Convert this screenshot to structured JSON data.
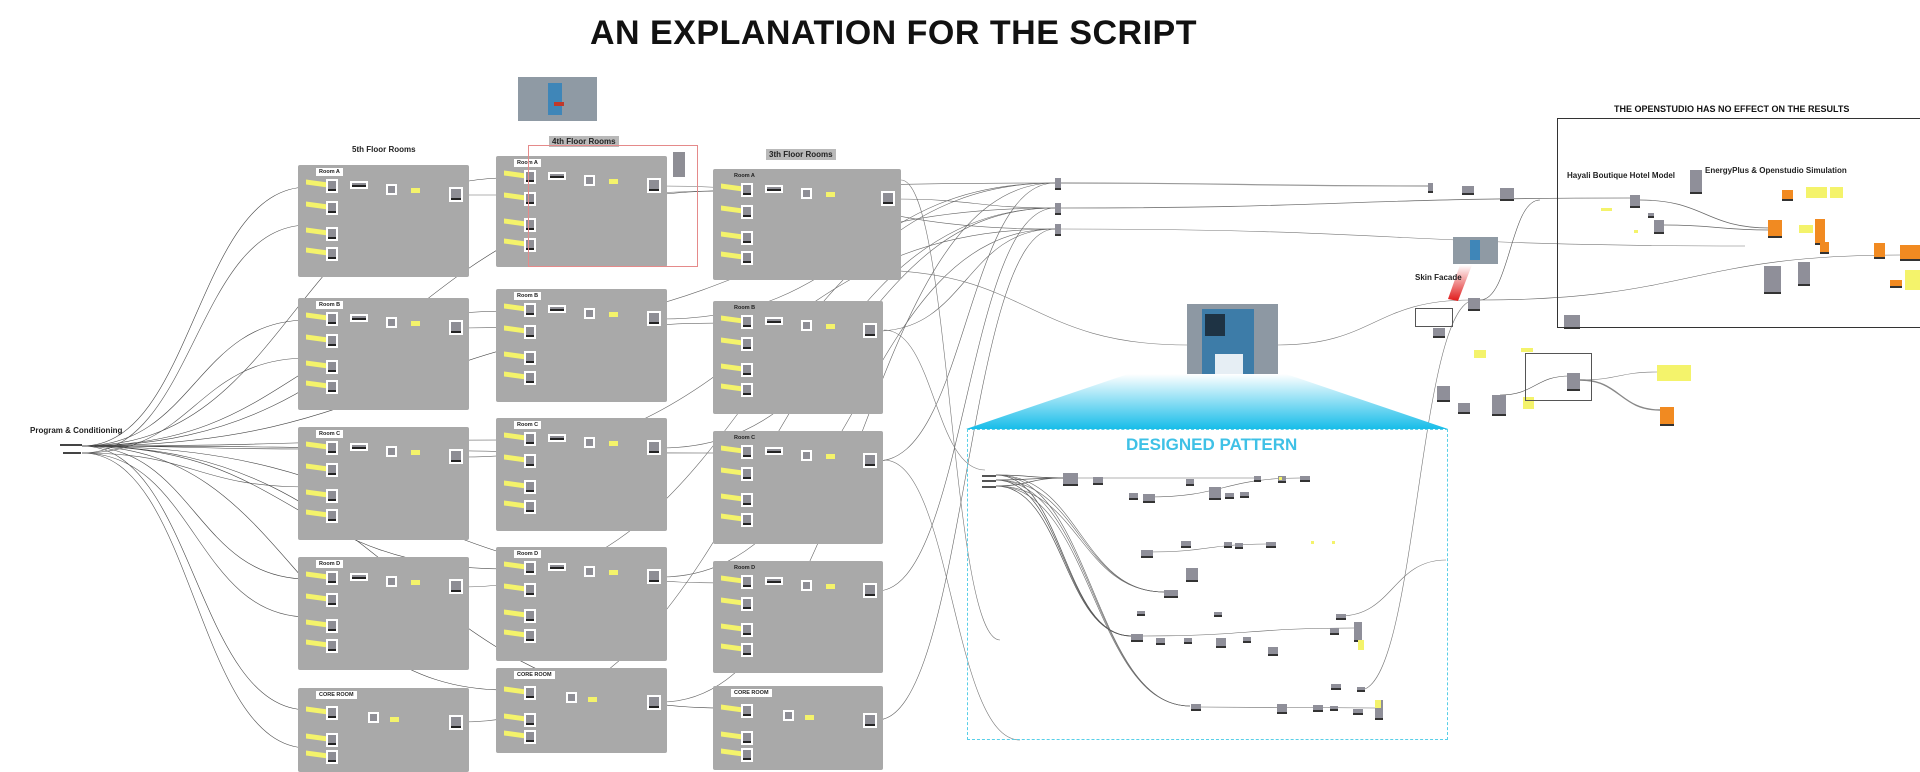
{
  "title": "AN EXPLANATION FOR THE SCRIPT",
  "program": {
    "label": "Program & Conditioning"
  },
  "floors": [
    {
      "key": "fifth",
      "label": "5th Floor Rooms",
      "rooms": [
        "Room A",
        "Room B",
        "Room C",
        "Room D",
        "CORE ROOM"
      ]
    },
    {
      "key": "fourth",
      "label": "4th Floor Rooms",
      "rooms": [
        "Room A",
        "Room B",
        "Room C",
        "Room D",
        "CORE ROOM"
      ]
    },
    {
      "key": "third",
      "label": "3th Floor Rooms",
      "rooms": [
        "Room A",
        "Room B",
        "Room C",
        "Room D",
        "CORE ROOM"
      ]
    }
  ],
  "pattern": {
    "title": "DESIGNED PATTERN"
  },
  "skin": {
    "label": "Skin Facade"
  },
  "openstudio": {
    "title": "THE OPENSTUDIO HAS NO EFFECT ON THE RESULTS",
    "model_label": "Hayali Boutique Hotel Model",
    "sim_label": "EnergyPlus & Openstudio Simulation"
  },
  "colors": {
    "group_bg": "#a9a9a9",
    "panel_yellow": "#f4f36b",
    "component_orange": "#f18a21",
    "pattern_cyan": "#3fc1e6",
    "link_red": "#e05050"
  }
}
